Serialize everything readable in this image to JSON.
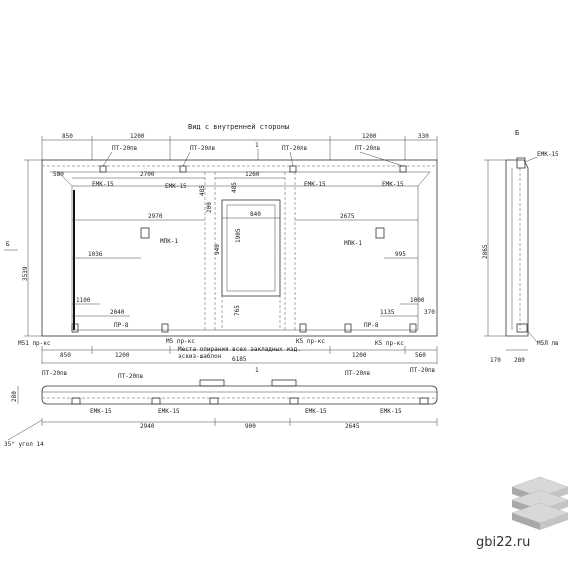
{
  "title": "Вид с внутренней стороны",
  "section_letter": "Б",
  "cut_mark_top": "1",
  "cut_mark_bottom": "1",
  "side_mark_left": "Б",
  "dims": {
    "top_850": "850",
    "top_1200_left": "1200",
    "top_1200_right": "1200",
    "top_330": "330",
    "d_580": "580",
    "d_2700": "2700",
    "d_1260": "1260",
    "d_485a": "485",
    "d_485b": "485",
    "d_840": "840",
    "d_2970": "2970",
    "d_2675": "2675",
    "d_1036": "1036",
    "d_995": "995",
    "d_200": "200",
    "d_940": "940",
    "d_1905": "1905",
    "d_765": "765",
    "d_3539": "3539",
    "d_2865": "2865",
    "d_1100": "1100",
    "d_2040": "2040",
    "d_1000": "1000",
    "d_1135": "1135",
    "d_370": "370",
    "d_850b": "850",
    "d_1200b": "1200",
    "d_1200c": "1200",
    "d_560": "560",
    "d_6185": "6185",
    "d_280a": "280",
    "d_2940": "2940",
    "d_900": "900",
    "d_2645": "2645",
    "d_170": "170",
    "d_280b": "280"
  },
  "labels": {
    "pt20_a": "ПТ-20пв",
    "pt20_b": "ПТ-20лв",
    "pt20_c": "ПТ-20лв",
    "pt20_d": "ПТ-20лв",
    "emk15_a": "ЕМК-15",
    "emk15_b": "ЕМК-15",
    "emk15_c": "ЕМК-15",
    "emk15_d": "ЕМК-15",
    "mpk1_a": "МПК-1",
    "mpk1_b": "МПК-1",
    "pp8_a": "ПР-8",
    "pp8_b": "ПР-8",
    "m5_a": "М51 пр-кс",
    "m5_b": "М5 пр-кс",
    "m5_c": "К5 пр-кс",
    "m5_d": "К5 пр-кс",
    "support_note_1": "Места опирания всех закладных изд.",
    "support_note_2": "эскиз-шаблон",
    "plan_pt20_a": "ПТ-20пв",
    "plan_pt20_b": "ПТ-20пв",
    "plan_pt20_c": "ПТ-20лв",
    "plan_pt20_d": "ПТ-20пв",
    "plan_emk_a": "ЕМК-15",
    "plan_emk_b": "ЕМК-15",
    "plan_emk_c": "ЕМК-15",
    "plan_emk_d": "ЕМК-15",
    "side_emk": "ЕМК-15",
    "side_m51": "М5Л лв",
    "angle_note": "35° угол 14"
  },
  "brand": "gbi22.ru"
}
